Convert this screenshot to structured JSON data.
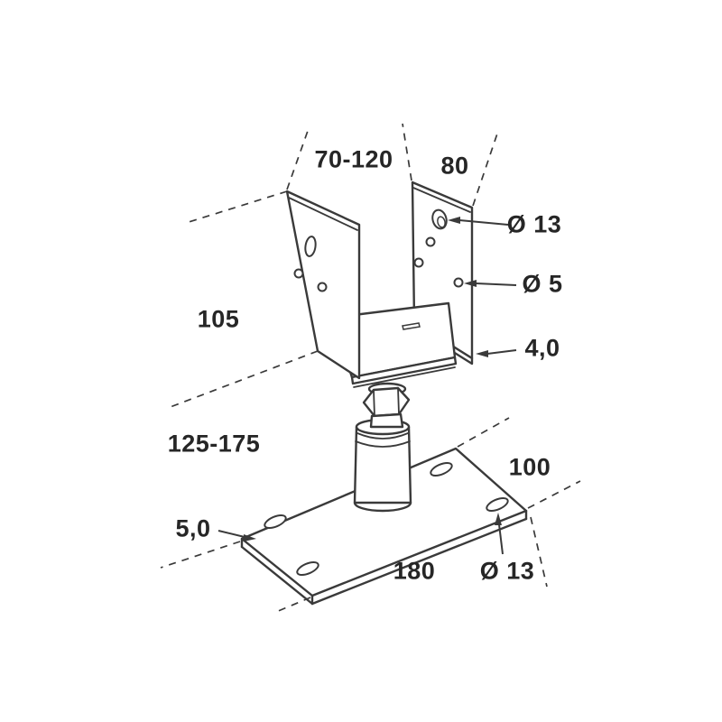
{
  "diagram": {
    "background": "#ffffff",
    "line_color": "#3a3a3a",
    "text_color": "#262626",
    "dimensions": {
      "opening_width": "70-120",
      "side_plate_depth": "80",
      "top_hole_diameter": "Ø 13",
      "small_hole_diameter": "Ø 5",
      "bracket_thickness": "4,0",
      "side_plate_height": "105",
      "adjustable_height_range": "125-175",
      "base_plate_depth": "100",
      "base_plate_thickness": "5,0",
      "base_plate_width": "180",
      "base_hole_diameter": "Ø 13"
    }
  }
}
